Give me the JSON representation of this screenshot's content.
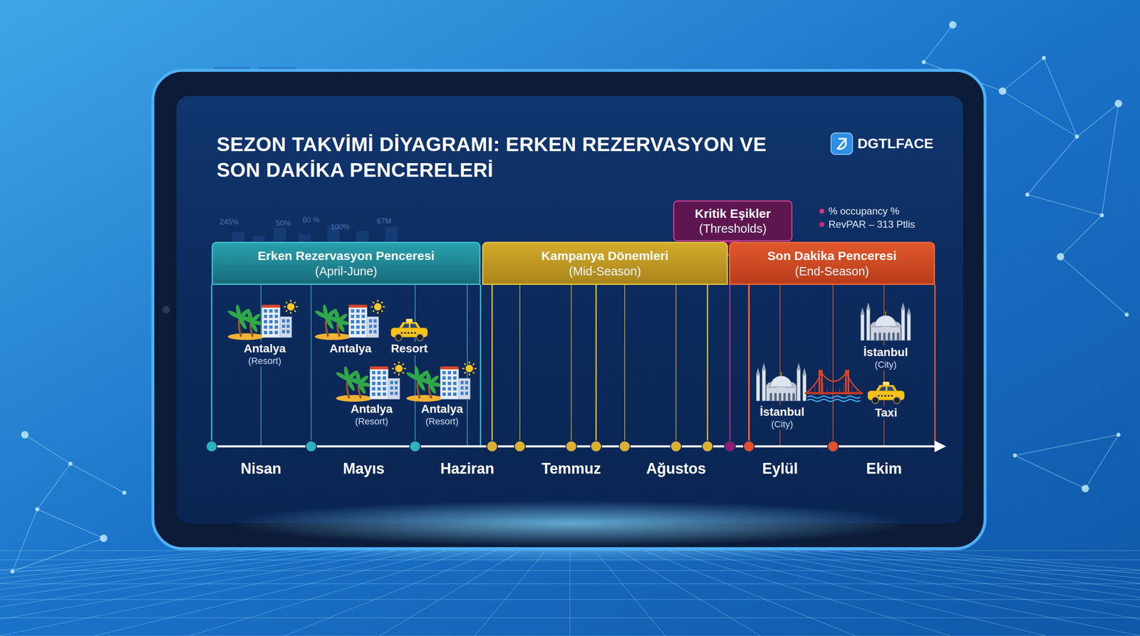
{
  "diagram": {
    "title": "SEZON TAKVİMİ DİYAGRAMI: ERKEN REZERVASYON VE SON DAKİKA PENCERELERİ",
    "nodes": [
      {
        "text": [
          "Kritik Eşikler",
          "(Thresholds)"
        ]
      },
      {
        "text": [
          "Erken Rezervasyon Penceresi",
          "(April-June)"
        ]
      },
      {
        "text": [
          "Kampanya Dönemleri",
          "(Mid-Season)"
        ]
      },
      {
        "text": [
          "Son Dakika Penceresi",
          "(End-Season)"
        ]
      }
    ],
    "labels": [
      "DGTLFACE",
      "245%",
      "50%",
      "60 %",
      "100%",
      "67M",
      "Antalya",
      "(Resort)",
      "Antalya",
      "Resort",
      "Antalya",
      "(Resort)",
      "Antalya",
      "(Resort)",
      "İstanbul",
      "(City)",
      "İstanbul",
      "(City)",
      "Taxi",
      "Nisan",
      "Mayıs",
      "Haziran",
      "Temmuz",
      "Ağustos",
      "Eylül",
      "Ekim"
    ],
    "legend": [
      {
        "text": "% occupancy %",
        "color": "#d63384"
      },
      {
        "text": "RevPAR – 313 Ptlis",
        "color": "#c2306f"
      }
    ]
  }
}
